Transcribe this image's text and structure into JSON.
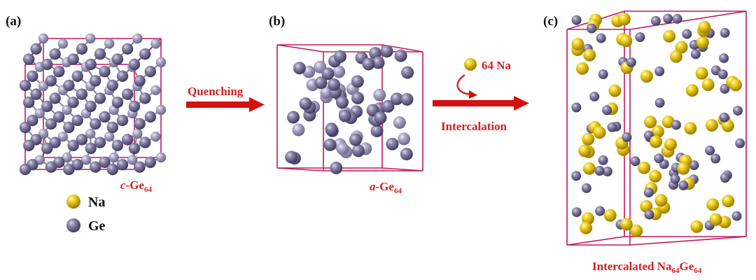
{
  "colors": {
    "na": "#e8c81c",
    "na_dark": "#9a7b05",
    "ge": "#7d779c",
    "ge_dark": "#3e3a5a",
    "box": "#c2185b",
    "label_red": "#d42020",
    "arrow_red": "#d41010"
  },
  "panels": {
    "a": {
      "letter": "(a)",
      "caption_prefix": "c",
      "caption_main": "-Ge",
      "caption_sub": "64"
    },
    "b": {
      "letter": "(b)",
      "caption_prefix": "a",
      "caption_main": "-Ge",
      "caption_sub": "64"
    },
    "c": {
      "letter": "(c)",
      "caption_main": "Intercalated Na",
      "caption_sub1": "64",
      "caption_mid": "Ge",
      "caption_sub2": "64"
    }
  },
  "legend": {
    "na_label": "Na",
    "ge_label": "Ge"
  },
  "arrows": {
    "quench_label": "Quenching",
    "na_amount_label": "64 Na",
    "intercalation_label": "Intercalation"
  },
  "icons": {
    "na_atom": "yellow-sphere",
    "ge_atom": "purple-sphere",
    "curved_arrow": "curved-arrow-icon"
  }
}
